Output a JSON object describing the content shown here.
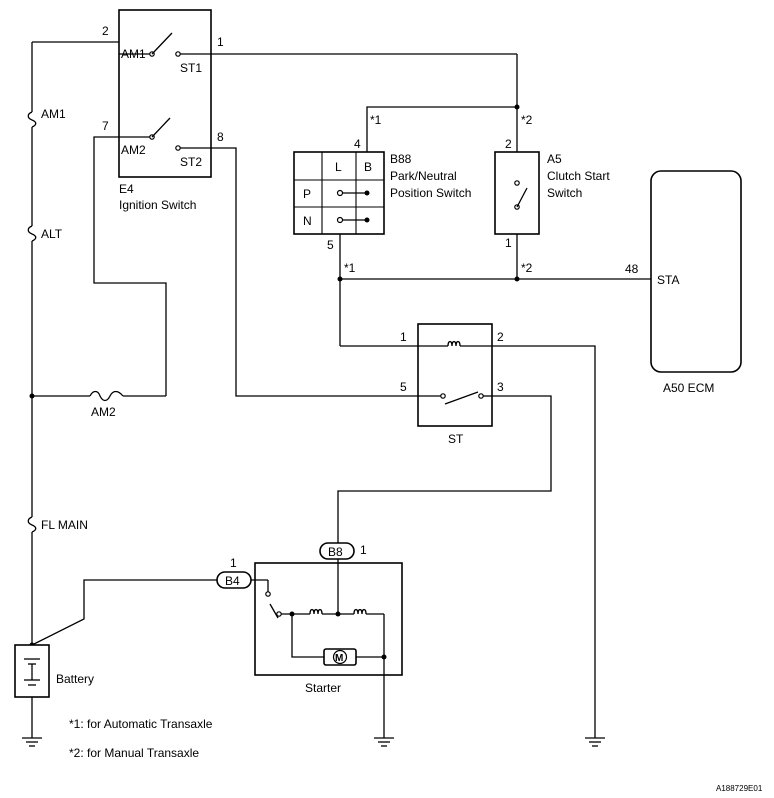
{
  "fuses": {
    "am1": "AM1",
    "alt": "ALT",
    "am2": "AM2",
    "fl_main": "FL MAIN"
  },
  "ignition_switch": {
    "code": "E4",
    "name": "Ignition Switch",
    "contact_am1": "AM1",
    "contact_st1": "ST1",
    "contact_am2": "AM2",
    "contact_st2": "ST2",
    "pin_2": "2",
    "pin_1": "1",
    "pin_7": "7",
    "pin_8": "8"
  },
  "pnp_switch": {
    "code": "B88",
    "name_line1": "Park/Neutral",
    "name_line2": "Position Switch",
    "col_l": "L",
    "col_b": "B",
    "row_p": "P",
    "row_n": "N",
    "pin_4": "4",
    "pin_5": "5"
  },
  "clutch_switch": {
    "code": "A5",
    "name_line1": "Clutch Start",
    "name_line2": "Switch",
    "pin_2": "2",
    "pin_1": "1"
  },
  "ecm": {
    "terminal": "STA",
    "pin": "48",
    "name": "A50 ECM"
  },
  "st_relay": {
    "name": "ST",
    "pin_1": "1",
    "pin_2": "2",
    "pin_3": "3",
    "pin_5": "5"
  },
  "starter": {
    "name": "Starter",
    "connector_b8": "B8",
    "connector_b8_pin": "1",
    "connector_b4": "B4",
    "connector_b4_pin": "1",
    "motor_label": "M"
  },
  "battery": {
    "name": "Battery"
  },
  "marks": {
    "star1_top": "*1",
    "star2_top": "*2",
    "star1_bottom": "*1",
    "star2_bottom": "*2"
  },
  "notes": {
    "note1": "*1: for Automatic Transaxle",
    "note2": "*2: for Manual Transaxle"
  },
  "figure_code": "A188729E01"
}
